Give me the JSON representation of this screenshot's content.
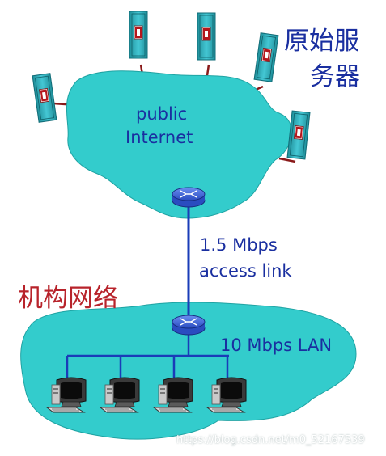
{
  "diagram": {
    "origin_servers_label_line1": "原始服",
    "origin_servers_label_line2": "务器",
    "internet_label_line1": "public",
    "internet_label_line2": "Internet",
    "access_link_label_line1": "1.5 Mbps",
    "access_link_label_line2": "access link",
    "institution_label": "机构网络",
    "lan_label": "10 Mbps LAN",
    "watermark": "https://blog.csdn.net/m0_52167539"
  },
  "colors": {
    "cloud": "#33cccc",
    "cloud_stroke": "#1fa3a3",
    "link": "#1a3cb8",
    "server_link": "#8a1a1a",
    "text_blue": "#1a2fa0",
    "text_red": "#b8232b",
    "router": "#3a5fd0"
  },
  "icons": [
    "server-icon",
    "router-icon",
    "workstation-icon"
  ]
}
